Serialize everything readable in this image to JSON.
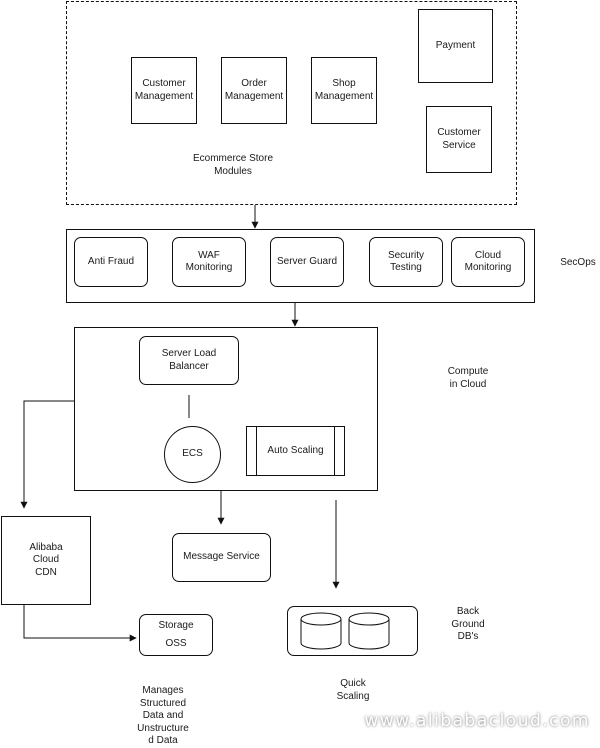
{
  "ecommerce": {
    "customer_management": "Customer\nManagement",
    "order_management": "Order\nManagement",
    "shop_management": "Shop\nManagement",
    "payment": "Payment",
    "customer_service": "Customer\nService",
    "caption": "Ecommerce Store\nModules"
  },
  "secops": {
    "anti_fraud": "Anti Fraud",
    "waf_monitoring": "WAF Monitoring",
    "server_guard": "Server Guard",
    "security_testing": "Security Testing",
    "cloud_monitoring": "Cloud\nMonitoring",
    "label": "SecOps"
  },
  "compute": {
    "server_load_balancer": "Server Load\nBalancer",
    "ecs": "ECS",
    "auto_scaling": "Auto Scaling",
    "label": "Compute\nin Cloud"
  },
  "cdn": {
    "label": "Alibaba\nCloud\nCDN"
  },
  "message_service": {
    "label": "Message Service"
  },
  "storage": {
    "title": "Storage",
    "subtitle": "OSS",
    "caption": "Manages\nStructured\nData and\nUnstructure\nd Data"
  },
  "databases": {
    "label": "Back\nGround\nDB's",
    "caption": "Quick\nScaling"
  },
  "watermark": "www.alibabacloud.com"
}
